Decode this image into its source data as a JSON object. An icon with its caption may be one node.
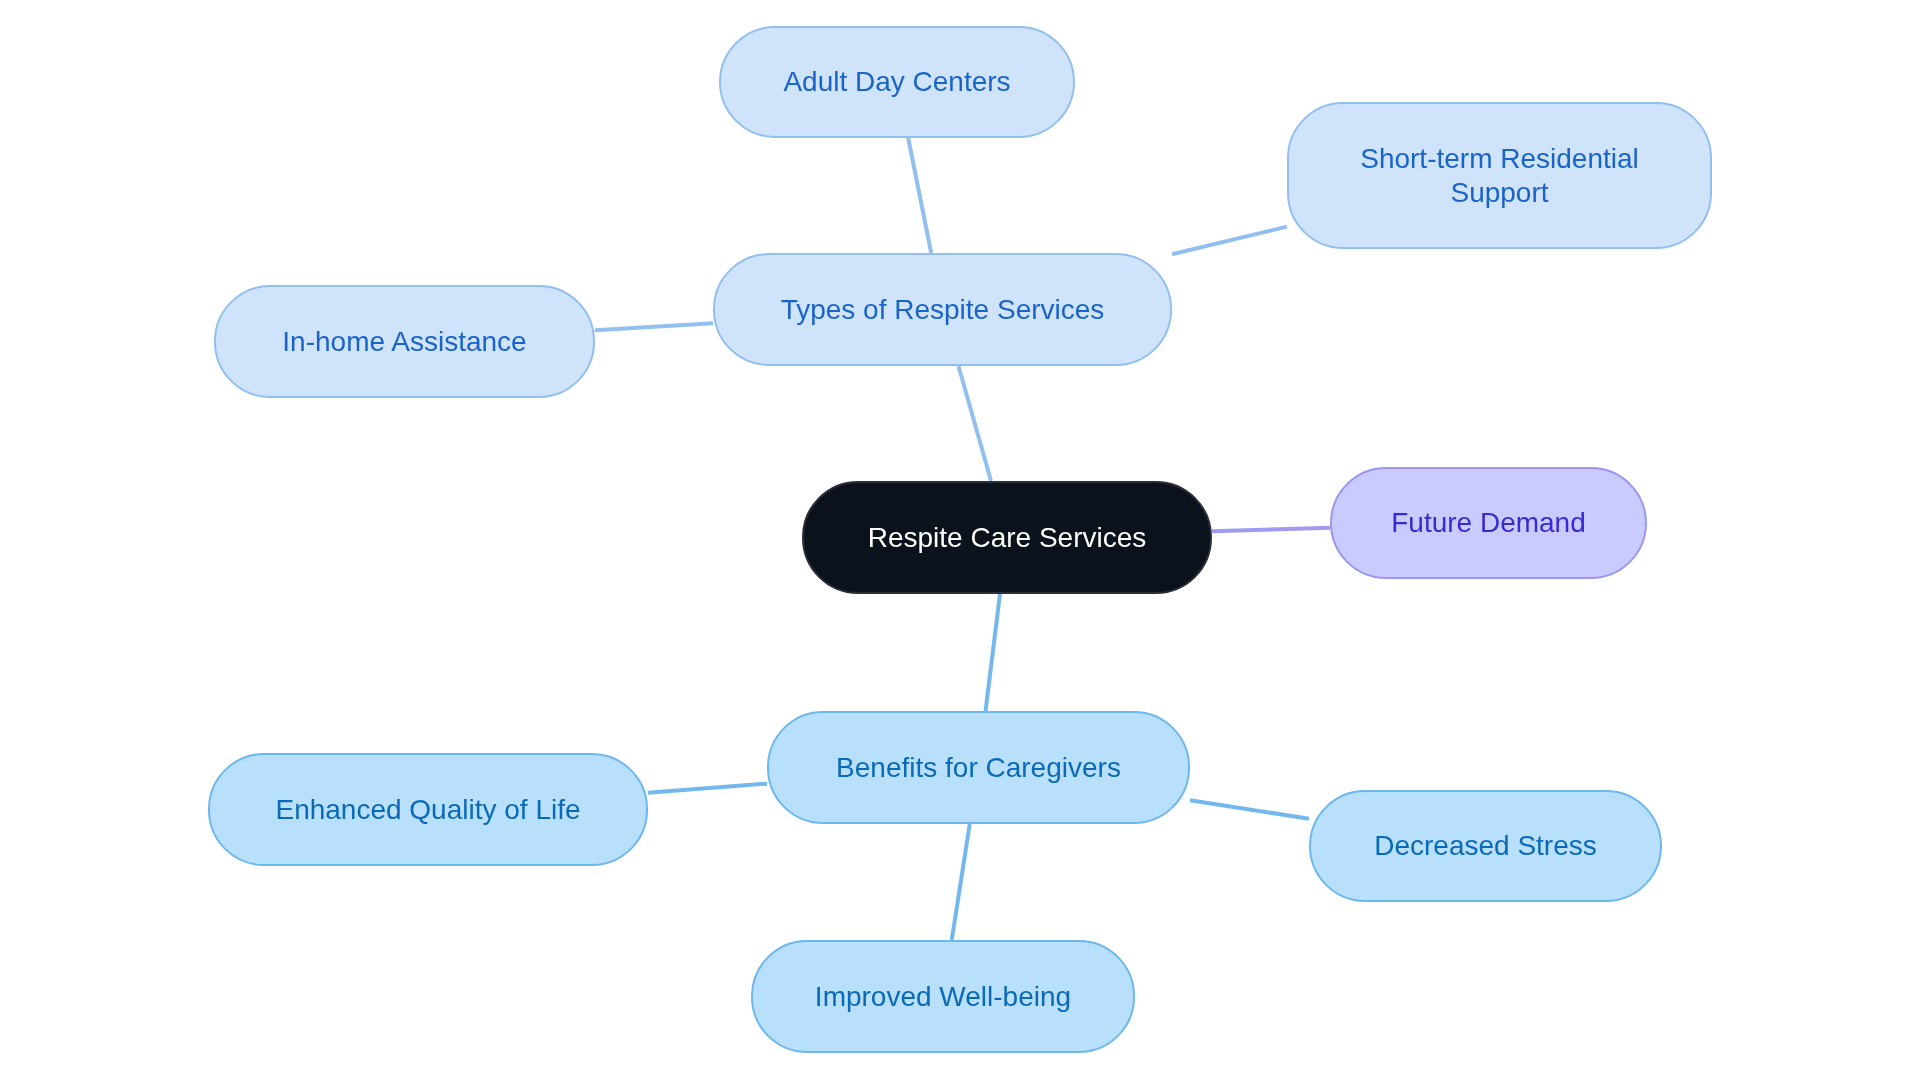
{
  "diagram": {
    "nodes": [
      {
        "text": [
          "Respite Care Services"
        ]
      },
      {
        "text": [
          "Types of Respite Services"
        ]
      },
      {
        "text": [
          "Adult Day Centers"
        ]
      },
      {
        "text": [
          "Short-term Residential Support"
        ]
      },
      {
        "text": [
          "In-home Assistance"
        ]
      },
      {
        "text": [
          "Future Demand"
        ]
      },
      {
        "text": [
          "Benefits for Caregivers"
        ]
      },
      {
        "text": [
          "Enhanced Quality of Life"
        ]
      },
      {
        "text": [
          "Decreased Stress"
        ]
      },
      {
        "text": [
          "Improved Well-being"
        ]
      }
    ],
    "edges": [
      {
        "from": 0,
        "to": 1,
        "arrow": "none",
        "color": "#90bff0"
      },
      {
        "from": 1,
        "to": 2,
        "arrow": "none",
        "color": "#90bff0"
      },
      {
        "from": 1,
        "to": 3,
        "arrow": "none",
        "color": "#90bff0"
      },
      {
        "from": 1,
        "to": 4,
        "arrow": "none",
        "color": "#90bff0"
      },
      {
        "from": 0,
        "to": 5,
        "arrow": "none",
        "color": "#a09af0"
      },
      {
        "from": 0,
        "to": 6,
        "arrow": "none",
        "color": "#72b8ee"
      },
      {
        "from": 6,
        "to": 7,
        "arrow": "none",
        "color": "#72b8ee"
      },
      {
        "from": 6,
        "to": 8,
        "arrow": "none",
        "color": "#72b8ee"
      },
      {
        "from": 6,
        "to": 9,
        "arrow": "none",
        "color": "#72b8ee"
      }
    ]
  }
}
